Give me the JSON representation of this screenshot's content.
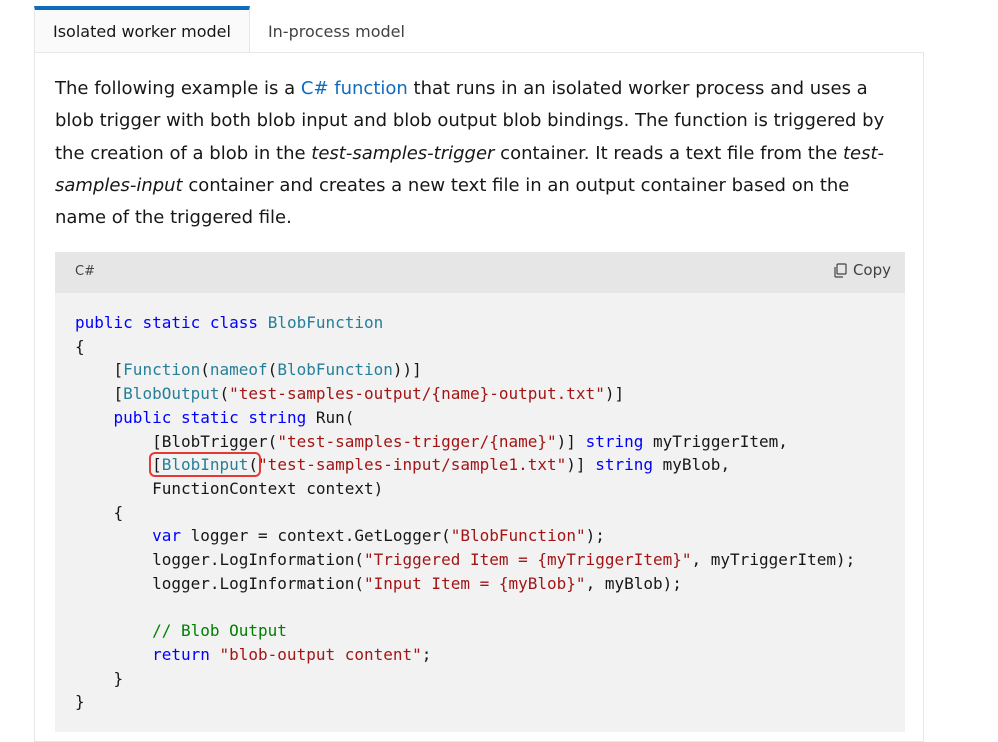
{
  "tabs": [
    "Isolated worker model",
    "In-process model"
  ],
  "description": {
    "p1": "The following example is a ",
    "link": "C# function",
    "p2": " that runs in an isolated worker process and uses a blob trigger with both blob input and blob output blob bindings. The function is triggered by the creation of a blob in the ",
    "container1": "test-samples-trigger",
    "p3": " container. It reads a text file from the ",
    "container2": "test-samples-input",
    "p4": " container and creates a new text file in an output container based on the name of the triggered file."
  },
  "code": {
    "language": "C#",
    "copy_label": "Copy",
    "t": {
      "public": "public",
      "static": "static",
      "class": "class",
      "string": "string",
      "var": "var",
      "return": "return",
      "BlobFunction": "BlobFunction",
      "Function": "Function",
      "nameof": "nameof",
      "BlobOutput": "BlobOutput",
      "BlobTrigger": "BlobTrigger",
      "BlobInput": "BlobInput",
      "FunctionContext": "FunctionContext",
      "Run": "Run",
      "myTriggerItem": "myTriggerItem",
      "myBlob": "myBlob",
      "context": "context",
      "logger": "logger",
      "GetLogger": "GetLogger",
      "LogInformation": "LogInformation",
      "s_output": "\"test-samples-output/{name}-output.txt\"",
      "s_trigger": "\"test-samples-trigger/{name}\"",
      "s_input": "\"test-samples-input/sample1.txt\"",
      "s_blobfunction": "\"BlobFunction\"",
      "s_triggered": "\"Triggered Item = {myTriggerItem}\"",
      "s_inputitem": "\"Input Item = {myBlob}\"",
      "s_content": "\"blob-output content\"",
      "comment": "// Blob Output"
    }
  }
}
